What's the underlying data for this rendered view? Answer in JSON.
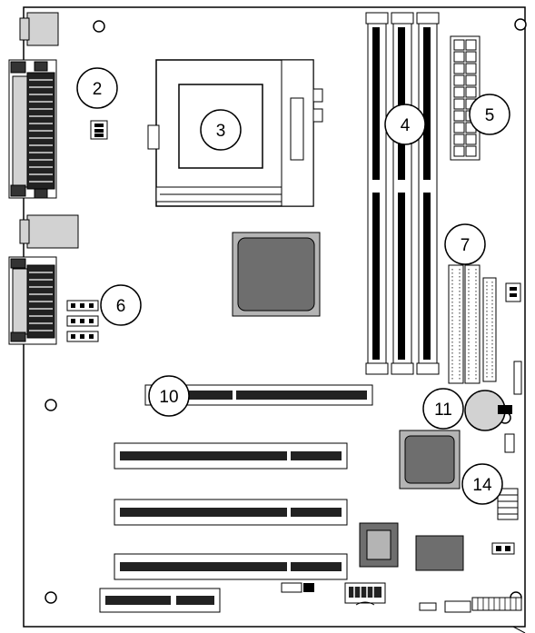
{
  "callouts": [
    {
      "id": "2",
      "label": "2"
    },
    {
      "id": "3",
      "label": "3"
    },
    {
      "id": "4",
      "label": "4"
    },
    {
      "id": "5",
      "label": "5"
    },
    {
      "id": "6",
      "label": "6"
    },
    {
      "id": "7",
      "label": "7"
    },
    {
      "id": "10",
      "label": "10"
    },
    {
      "id": "11",
      "label": "11"
    },
    {
      "id": "14",
      "label": "14"
    }
  ],
  "colors": {
    "line": "#000000",
    "chip": "#6e6e6e",
    "chip_light": "#b4b4b4",
    "pad": "#d2d2d2",
    "background": "#ffffff"
  }
}
